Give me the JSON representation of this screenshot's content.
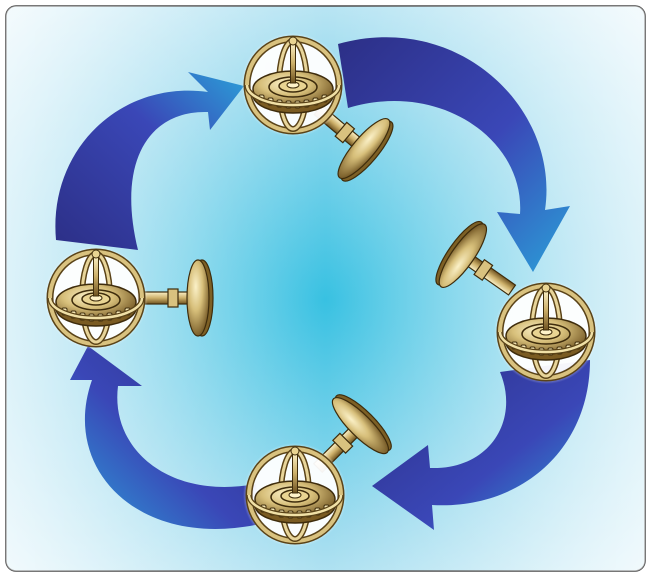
{
  "figure": {
    "panel": {
      "background_colors": [
        "#38c1e2",
        "#9fdcef",
        "#eef8fc"
      ],
      "border_color": "#4a4a4a"
    },
    "arrows": {
      "color_dark": "#2c2f86",
      "color_mid": "#3a47b7",
      "color_light": "#2b9fd8",
      "items": [
        {
          "id": "top-right",
          "direction": "clockwise"
        },
        {
          "id": "right-bottom",
          "direction": "clockwise"
        },
        {
          "id": "bottom-left",
          "direction": "clockwise"
        },
        {
          "id": "left-top",
          "direction": "clockwise"
        }
      ]
    },
    "gyroscopes": {
      "metal_light": "#f3e5b0",
      "metal_mid": "#c8ad64",
      "metal_dark": "#5a4318",
      "items": [
        {
          "id": "top",
          "stand_direction": "lower-right"
        },
        {
          "id": "right",
          "stand_direction": "upper-left"
        },
        {
          "id": "bottom",
          "stand_direction": "upper-right"
        },
        {
          "id": "left",
          "stand_direction": "right"
        }
      ]
    }
  }
}
